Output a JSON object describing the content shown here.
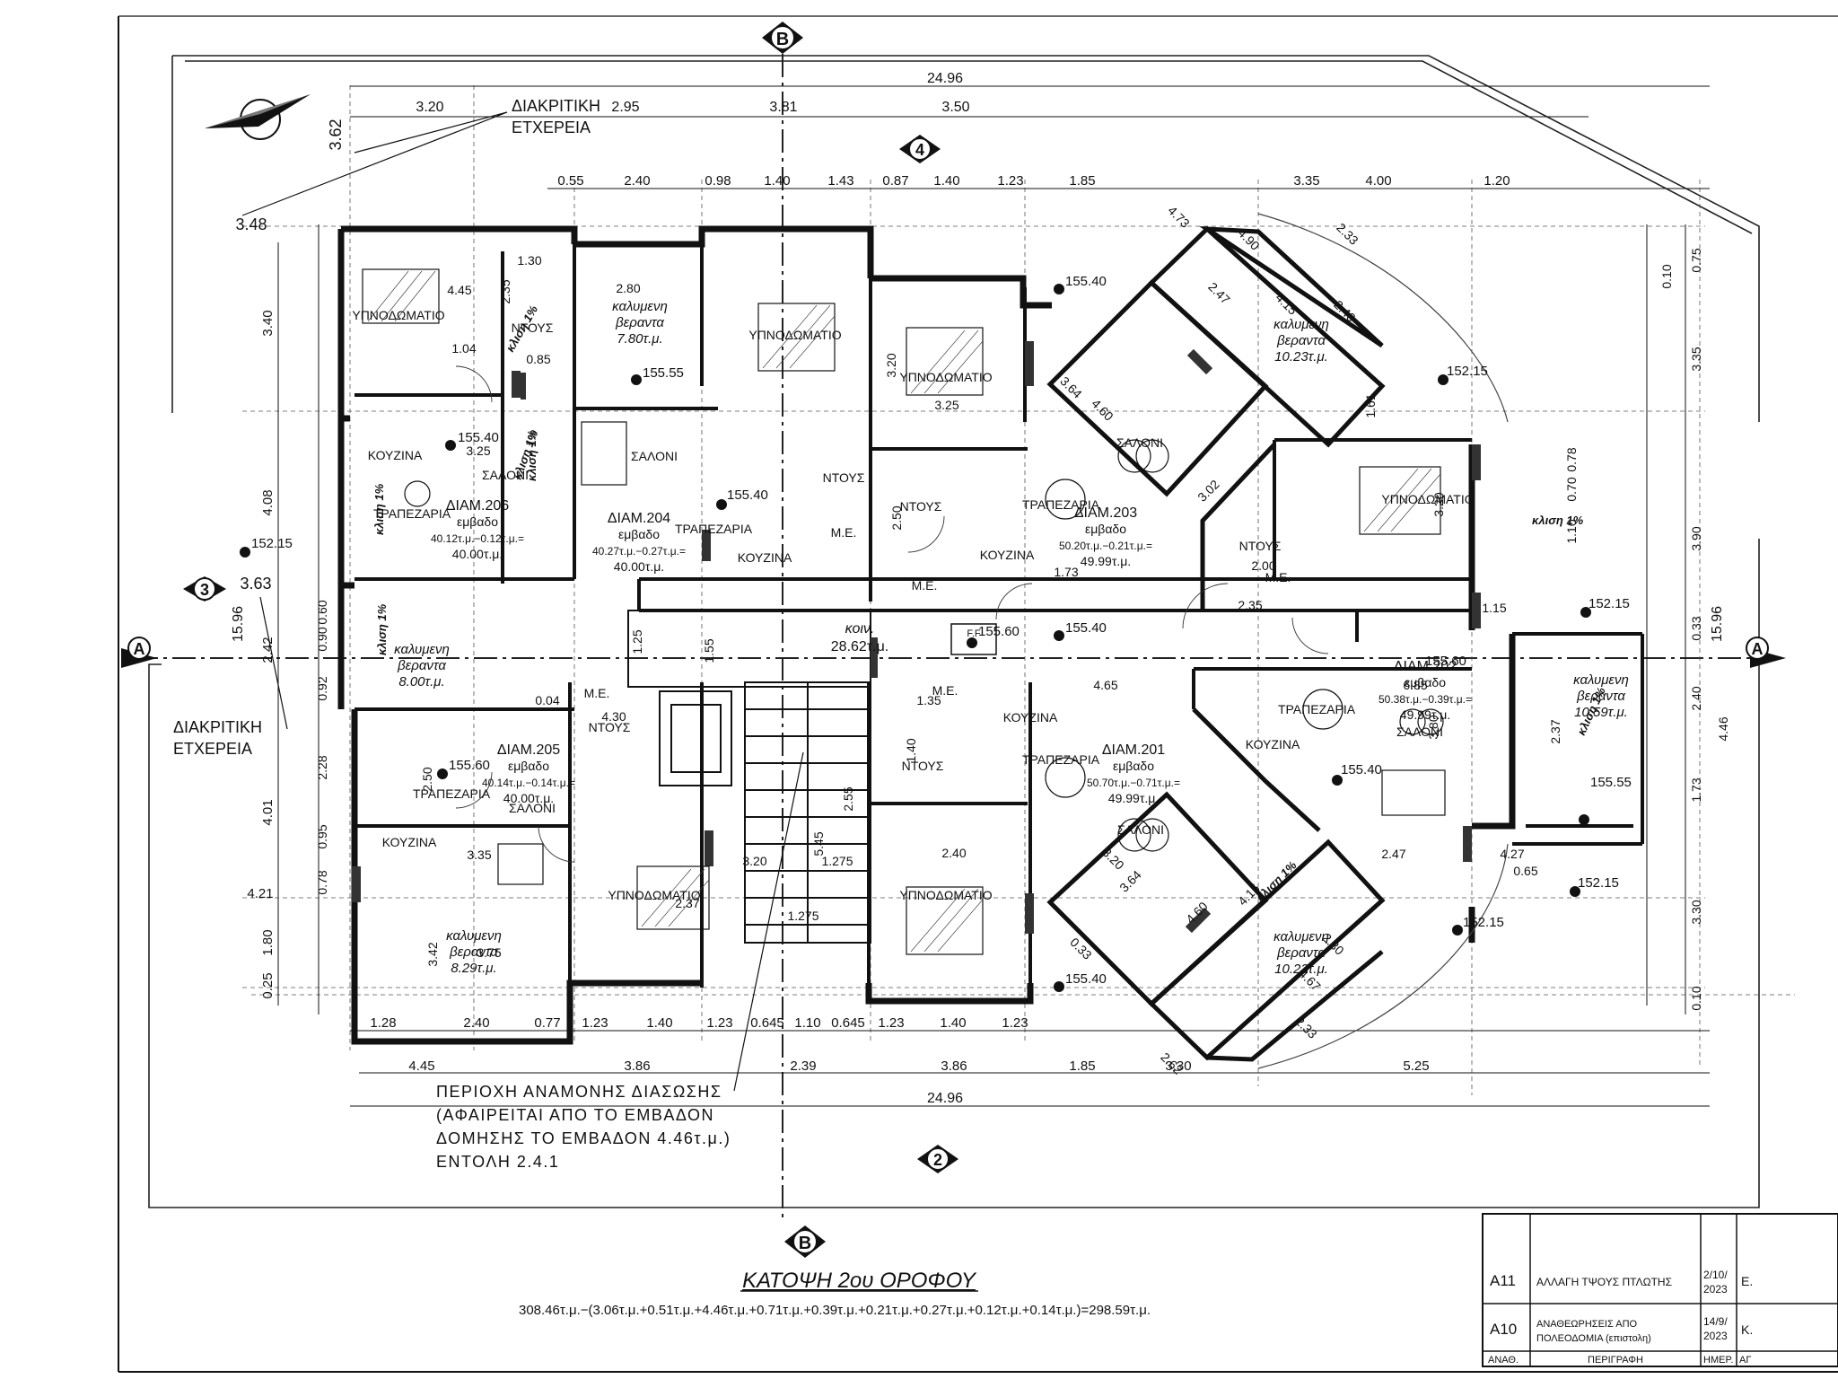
{
  "drawing": {
    "title": "ΚΑΤΟΨΗ 2ου ΟΡΟΦΟΥ",
    "area_formula": "308.46τ.μ.−(3.06τ.μ.+0.51τ.μ.+4.46τ.μ.+0.71τ.μ.+0.39τ.μ.+0.21τ.μ.+0.27τ.μ.+0.12τ.μ.+0.14τ.μ.)=298.59τ.μ."
  },
  "gridlines": {
    "B": "B",
    "A": "A",
    "n4": "4",
    "n3": "3",
    "n2": "2"
  },
  "overall_dims": {
    "top": "24.96",
    "bottom": "24.96",
    "right": "15.96",
    "left": "15.96"
  },
  "top_dims_row1": [
    "3.20",
    "2.95",
    "3.81",
    "3.50"
  ],
  "top_dims_row2": [
    "0.55",
    "2.40",
    "0.98",
    "1.40",
    "1.43",
    "0.87",
    "1.40",
    "1.23",
    "1.85",
    "3.35",
    "4.00",
    "1.20"
  ],
  "bottom_dims_row1": [
    "1.28",
    "2.40",
    "0.77",
    "1.23",
    "1.40",
    "1.23",
    "0.645",
    "1.10",
    "0.645",
    "1.23",
    "1.40",
    "1.23"
  ],
  "bottom_dims_row2": [
    "4.45",
    "3.86",
    "2.39",
    "3.86",
    "1.85",
    "3.30",
    "5.25"
  ],
  "left_dims": [
    "3.62",
    "3.48",
    "3.40",
    "4.08",
    "3.63",
    "0.60",
    "0.90",
    "2.42",
    "0.92",
    "2.28",
    "4.01",
    "0.95",
    "0.78",
    "4.21",
    "1.80",
    "0.25"
  ],
  "right_dims": [
    "0.75",
    "0.10",
    "3.35",
    "0.78",
    "0.70",
    "1.10",
    "3.90",
    "0.33",
    "2.40",
    "4.46",
    "1.73",
    "3.30",
    "0.10"
  ],
  "notes": {
    "private_easement_top": [
      "ΔΙΑΚΡΙΤΙΚΗ",
      "ΕΤΧΕΡΕΙΑ"
    ],
    "private_easement_left": [
      "ΔΙΑΚΡΙΤΙΚΗ",
      "ΕΤΧΕΡΕΙΑ"
    ],
    "waiting_area": [
      "ΠΕΡΙΟΧΗ ΑΝΑΜΟΝΗΣ ΔΙΑΣΩΣΗΣ",
      "(ΑΦΑΙΡΕΙΤΑΙ ΑΠΟ ΤΟ ΕΜΒΑΔΟΝ",
      "ΔΟΜΗΣΗΣ ΤΟ ΕΜΒΑΔΟΝ 4.46τ.μ.)",
      "ΕΝΤΟΛΗ 2.4.1"
    ]
  },
  "apartments": [
    {
      "name": "ΔΙΑΜ.206",
      "label": "εμβαδο",
      "calc": "40.12τ.μ.−0.12τ.μ.=",
      "area": "40.00τ.μ."
    },
    {
      "name": "ΔΙΑΜ.204",
      "label": "εμβαδο",
      "calc": "40.27τ.μ.−0.27τ.μ.=",
      "area": "40.00τ.μ."
    },
    {
      "name": "ΔΙΑΜ.203",
      "label": "εμβαδο",
      "calc": "50.20τ.μ.−0.21τ.μ.=",
      "area": "49.99τ.μ."
    },
    {
      "name": "ΔΙΑΜ.205",
      "label": "εμβαδο",
      "calc": "40.14τ.μ.−0.14τ.μ.=",
      "area": "40.00τ.μ."
    },
    {
      "name": "ΔΙΑΜ.201",
      "label": "εμβαδο",
      "calc": "50.70τ.μ.−0.71τ.μ.=",
      "area": "49.99τ.μ."
    },
    {
      "name": "ΔΙΑΜ.202",
      "label": "εμβαδο",
      "calc": "50.38τ.μ.−0.39τ.μ.=",
      "area": "49.99τ.μ."
    }
  ],
  "room_labels": {
    "bedroom": "ΥΠΝΟΔΩΜΑΤΙΟ",
    "bath": "ΝΤΟΥΣ",
    "kitchen": "ΚΟΥΖΙΝΑ",
    "living": "ΣΑΛΟΝΙ",
    "dining": "ΤΡΑΠΕΖΑΡΙΑ",
    "storage": "Μ.Ε.",
    "common": "κοιν.",
    "common_area": "28.62τ.μ.",
    "ff": "F.F"
  },
  "verandas": [
    {
      "label": "καλυμενη",
      "label2": "βεραντα",
      "area": "7.80τ.μ."
    },
    {
      "label": "καλυμενη",
      "label2": "βεραντα",
      "area": "10.23τ.μ."
    },
    {
      "label": "καλυμενη",
      "label2": "βεραντα",
      "area": "8.00τ.μ."
    },
    {
      "label": "καλυμενη",
      "label2": "βεραντα",
      "area": "10.59τ.μ."
    },
    {
      "label": "καλυμενη",
      "label2": "βεραντα",
      "area": "8.29τ.μ."
    },
    {
      "label": "καλυμενη",
      "label2": "βεραντα",
      "area": "10.23τ.μ."
    }
  ],
  "levels": {
    "floor": "155.40",
    "top_mid": "155.55",
    "corridor": "155.60",
    "right": "155.55",
    "ground": "152.15"
  },
  "slope": "κλιση 1%",
  "interior_dims": [
    "4.45",
    "2.80",
    "1.30",
    "2.35",
    "0.85",
    "1.04",
    "3.25",
    "3.25",
    "3.20",
    "2.50",
    "3.64",
    "4.60",
    "2.47",
    "4.15",
    "2.40",
    "1.61",
    "3.02",
    "2.00",
    "2.35",
    "3.20",
    "1.25",
    "1.55",
    "4.65",
    "6.85",
    "3.80",
    "2.37",
    "4.30",
    "1.35",
    "1.40",
    "2.50",
    "3.35",
    "3.75",
    "3.42",
    "2.37",
    "3.20",
    "1.275",
    "1.275",
    "2.55",
    "5.45",
    "2.40",
    "3.20",
    "3.64",
    "4.60",
    "4.15",
    "2.47",
    "4.27",
    "0.65",
    "0.33",
    "2.62",
    "2.33",
    "4.67",
    "2.30",
    "0.04",
    "1.15",
    "1.73",
    "4.90",
    "2.33",
    "4.73",
    "1.12"
  ],
  "title_block": {
    "rows": [
      {
        "code": "A11",
        "desc": "ΑΛΛΑΓΗ ΤΨΟΥΣ ΠΤΛΩΤΗΣ",
        "date": "2/10/ 2023",
        "by": "Ε."
      },
      {
        "code": "A10",
        "desc": "ΑΝΑΘΕΩΡΗΣΕΙΣ ΑΠΟ ΠΟΛΕΟΔΟΜΙΑ (επιστολη)",
        "date": "14/9/ 2023",
        "by": "Κ."
      }
    ],
    "header": {
      "code": "ΑΝΑΘ.",
      "desc": "ΠΕΡΙΓΡΑΦΗ",
      "date": "ΗΜΕΡ.",
      "by": "ΑΓ"
    }
  }
}
